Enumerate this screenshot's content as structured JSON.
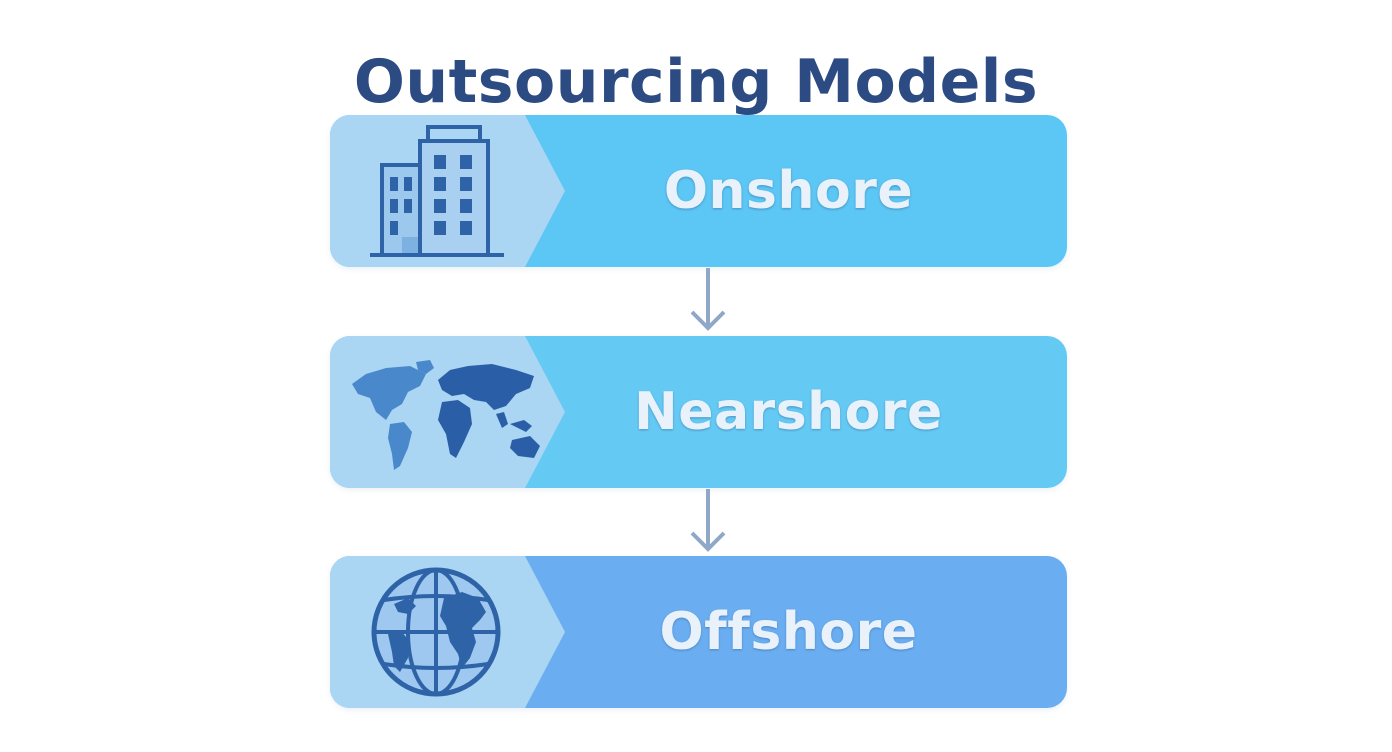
{
  "title": "Outsourcing Models",
  "colors": {
    "title": "#2b4b82",
    "onshore_band": "#5cc6f4",
    "nearshore_band": "#64caf4",
    "offshore_band": "#6aaef1",
    "icon_panel": "#aad5f3",
    "icon_stroke": "#2e63a8",
    "label": "#e9f2fb",
    "arrow": "#8fa8c8"
  },
  "models": [
    {
      "label": "Onshore",
      "icon": "office-building-icon"
    },
    {
      "label": "Nearshore",
      "icon": "world-map-icon"
    },
    {
      "label": "Offshore",
      "icon": "globe-icon"
    }
  ]
}
